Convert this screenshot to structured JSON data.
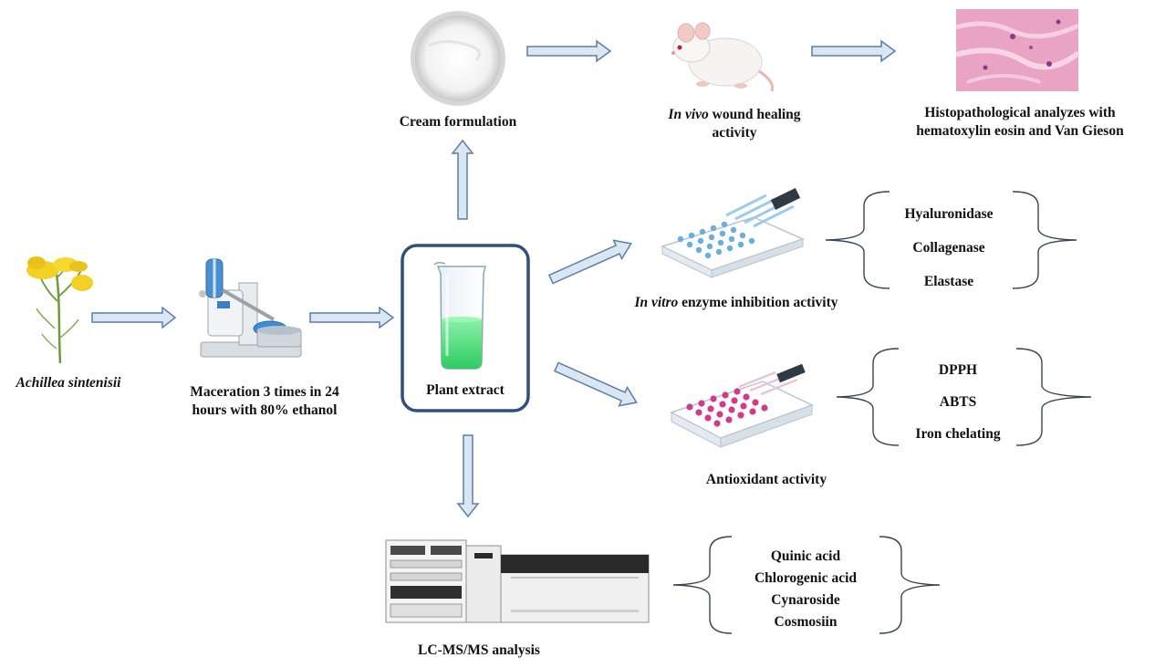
{
  "nodes": {
    "plant_name": "Achillea sintenisii",
    "maceration_line1": "Maceration 3 times in 24",
    "maceration_line2": "hours with 80% ethanol",
    "plant_extract": "Plant extract",
    "cream": "Cream formulation",
    "in_vivo_italic": "In vivo",
    "in_vivo_rest": " wound healing",
    "in_vivo_line2": "activity",
    "histo_line1": "Histopathological analyzes with",
    "histo_line2": "hematoxylin eosin and Van Gieson",
    "in_vitro_italic": "In vitro",
    "in_vitro_rest": " enzyme inhibition activity",
    "antioxidant": "Antioxidant activity",
    "lcms": "LC-MS/MS analysis"
  },
  "lists": {
    "enzymes": [
      "Hyaluronidase",
      "Collagenase",
      "Elastase"
    ],
    "antioxidant_assays": [
      "DPPH",
      "ABTS",
      "Iron chelating"
    ],
    "compounds": [
      "Quinic acid",
      "Chlorogenic acid",
      "Cynaroside",
      "Cosmosiin"
    ]
  },
  "colors": {
    "arrow_fill": "#dbe6f3",
    "arrow_stroke": "#5a7fa8",
    "box_border": "#2f4f7f",
    "liquid": "#4fdc7a",
    "flower": "#f2d024",
    "stem": "#6f9a3a",
    "well_pink": "#d23a8a",
    "well_blue": "#6aaee0"
  },
  "icons": [
    "yarrow-plant-icon",
    "rotary-evaporator-icon",
    "beaker-icon",
    "cream-jar-icon",
    "mouse-icon",
    "histology-image-icon",
    "microplate-blue-icon",
    "microplate-pink-icon",
    "lcms-instrument-icon"
  ]
}
